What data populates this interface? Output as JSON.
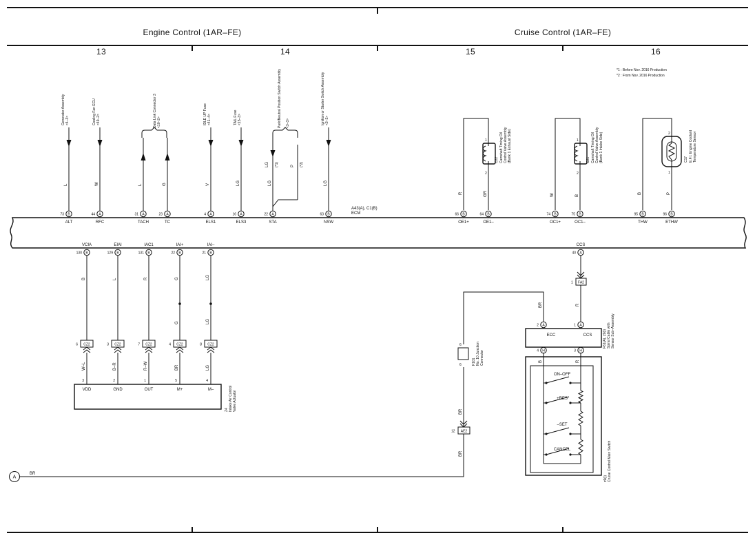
{
  "sections": {
    "engine": "Engine Control (1AR–FE)",
    "cruise": "Cruise Control (1AR–FE)"
  },
  "columns": [
    "13",
    "14",
    "15",
    "16"
  ],
  "notes": [
    "*1 : Before Nov.  2016 Production",
    "*2 : From Nov.  2016 Production"
  ],
  "ecm": {
    "label1": "A43(A), C1(B)",
    "label2": "ECM"
  },
  "top_leads": [
    {
      "dest": "Generator Assembly",
      "ref": "<4–3>",
      "color": "L",
      "pin": "73",
      "conn": "B",
      "sig": "ALT"
    },
    {
      "dest": "Cooling Fan ECU",
      "ref": "<49–2>",
      "color": "W",
      "pin": "44",
      "conn": "A",
      "sig": "RFC"
    },
    {
      "dest": "Data Link Connector 3",
      "ref": "<10–2>",
      "color": "L",
      "pin": "31",
      "conn": "A",
      "sig": "TACH"
    },
    {
      "dest": "",
      "ref": "",
      "color": "G",
      "pin": "23",
      "conn": "A",
      "sig": "TC"
    },
    {
      "dest": "IDLE UP Fuse",
      "ref": "<41–4>",
      "color": "V",
      "pin": "4",
      "conn": "A",
      "sig": "ELS1"
    },
    {
      "dest": "TAIL Fuse",
      "ref": "<15–3>",
      "color": "LG",
      "pin": "16",
      "conn": "A",
      "sig": "ELS3"
    },
    {
      "dest": "Park/Neutral Position Switch Assembly",
      "ref": "<3–3>",
      "color": "LG",
      "pin": "22",
      "conn": "A",
      "sig": "STA"
    },
    {
      "dest": "Ignition or Starter Switch Assembly",
      "ref": "<3–3>",
      "color": "LG",
      "pin": "63",
      "conn": "B",
      "sig": "NSW"
    }
  ],
  "sta_branch": {
    "c1": "LG",
    "n1": "(*1)",
    "c2": "P",
    "n2": "(*2)"
  },
  "vvt": [
    {
      "name": "C22",
      "desc": "Camshaft Timing Oil Control Valve Assembly (Bank 1 Exhaust Side)",
      "pos_color": "R",
      "neg_color": "GR",
      "pin_pos": "66",
      "sig_pos": "OE1+",
      "pin_neg": "64",
      "sig_neg": "OE1–",
      "p1": "1",
      "p2": "2"
    },
    {
      "name": "C21",
      "desc": "Camshaft Timing Oil Control Valve Assembly (Bank 1 Intake Side)",
      "pos_color": "W",
      "neg_color": "B",
      "pin_pos": "74",
      "sig_pos": "OC1+",
      "pin_neg": "75",
      "sig_neg": "OC1–",
      "p1": "1",
      "p2": "2"
    }
  ],
  "ect": {
    "name": "C17",
    "desc1": "E.F.I. Engine Coolant",
    "desc2": "Temperature Sensor",
    "c1": "B",
    "c2": "P",
    "pin1": "95",
    "sig1": "THW",
    "pin2": "96",
    "sig2": "ETHW",
    "p1": "2",
    "p2": "1"
  },
  "bottom_leads": [
    {
      "sig": "VCIA",
      "pin": "130",
      "conn": "B",
      "color_top": "B",
      "conn_pin": "6",
      "color_bot": "W–L",
      "act_pin": "3",
      "act_sig": "VDD"
    },
    {
      "sig": "EIAI",
      "pin": "129",
      "conn": "B",
      "color_top": "L",
      "conn_pin": "3",
      "color_bot": "B–R",
      "act_pin": "2",
      "act_sig": "GND"
    },
    {
      "sig": "IAC1",
      "pin": "131",
      "conn": "B",
      "color_top": "R",
      "conn_pin": "7",
      "color_bot": "R–W",
      "act_pin": "1",
      "act_sig": "OUT"
    },
    {
      "sig": "IAI+",
      "pin": "22",
      "conn": "B",
      "color_top": "G",
      "color_mid": "G",
      "conn_pin": "4",
      "color_bot": "BR",
      "act_pin": "5",
      "act_sig": "M+"
    },
    {
      "sig": "IAI–",
      "pin": "21",
      "conn": "B",
      "color_top": "LG",
      "color_mid": "LG",
      "conn_pin": "8",
      "color_bot": "LG",
      "act_pin": "4",
      "act_sig": "M–"
    }
  ],
  "inline_conn": "CZ2",
  "actuator": {
    "name": "Z4",
    "desc1": "Intake Air Control",
    "desc2": "Valve Actuator"
  },
  "ccs": {
    "sig": "CCS",
    "pin": "40",
    "conn": "A",
    "fa2_pin": "1",
    "fa2": "FA2",
    "color": "R"
  },
  "spiral": {
    "name": "F61(A), z9(I)",
    "desc1": "Spiral Cable with",
    "desc2": "Sensor Sub–Assembly",
    "pin_ecc": "2",
    "pin_ccs": "1",
    "conn": "A",
    "sig_ecc": "ECC",
    "sig_ccs": "CCS",
    "pin_b": "4",
    "pin_r": "3",
    "conn2": "H",
    "c_br": "BR",
    "c_r": "R",
    "c_b": "B",
    "c_r2": "R"
  },
  "junction": {
    "name": "F101",
    "desc1": "No. 10 Junction",
    "desc2": "Connector",
    "p_top": "6",
    "p_bot": "6",
    "color": "BR"
  },
  "ae2": {
    "pin": "12",
    "name": "AE2",
    "color": "BR"
  },
  "main_switch": {
    "name": "z9(I)",
    "desc": "Cruise Control Main Switch",
    "items": [
      "ON–OFF",
      "+RES",
      "–SET",
      "CANCEL"
    ]
  },
  "offpage": {
    "ref": "A",
    "color": "BR"
  }
}
